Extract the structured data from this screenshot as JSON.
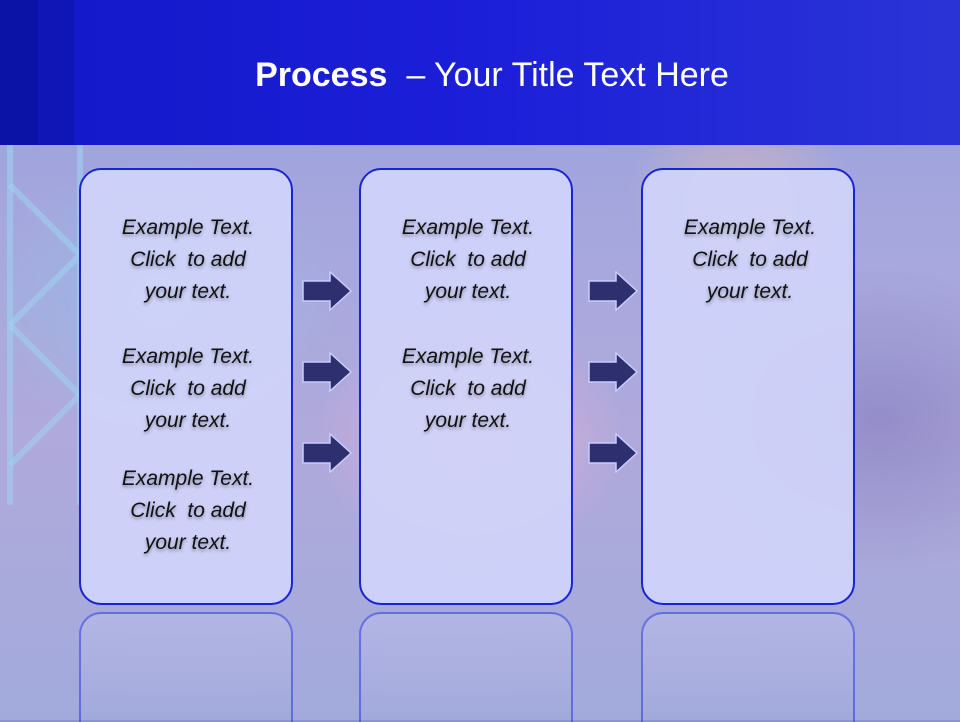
{
  "title": {
    "bold": "Process",
    "rest": "  – Your Title Text Here"
  },
  "boxes": [
    {
      "items": [
        [
          "Example Text.",
          "Click  to add",
          "your text."
        ],
        [
          "Example Text.",
          "Click  to add",
          "your text."
        ],
        [
          "Example Text.",
          "Click  to add",
          "your text."
        ]
      ]
    },
    {
      "items": [
        [
          "Example Text.",
          "Click  to add",
          "your text."
        ],
        [
          "Example Text.",
          "Click  to add",
          "your text."
        ]
      ]
    },
    {
      "items": [
        [
          "Example Text.",
          "Click  to add",
          "your text."
        ]
      ]
    }
  ],
  "colors": {
    "header": "#1c1fd8",
    "box_border": "#1a24d0",
    "box_fill": "#d0d4fa",
    "arrow": "#2e2f6e"
  },
  "icons": {
    "arrow": "right-arrow-icon"
  }
}
